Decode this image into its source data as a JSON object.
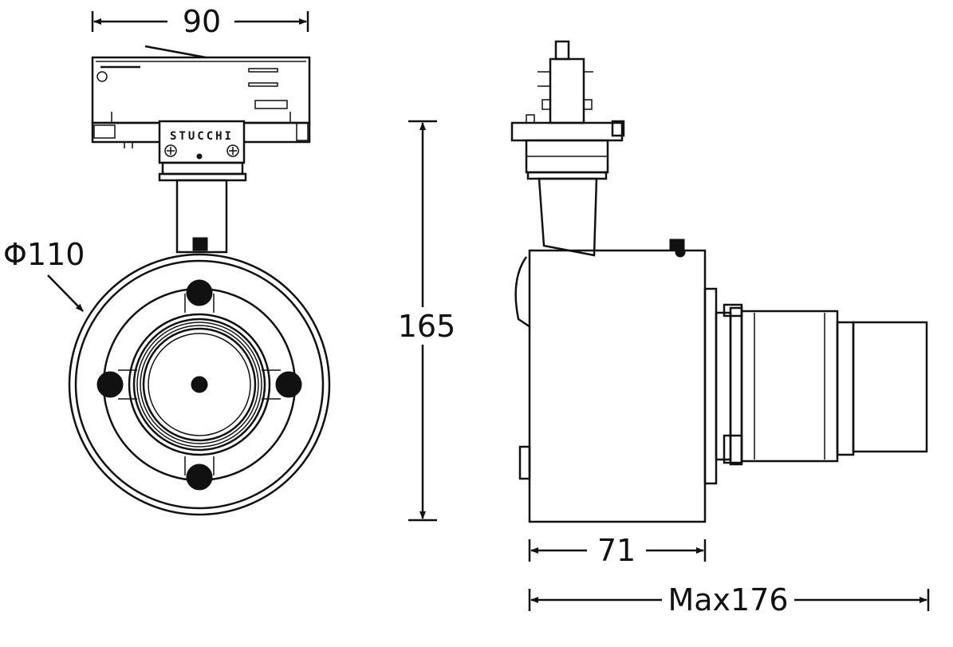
{
  "dimensions": {
    "width_top": "90",
    "diameter": "Φ110",
    "height": "165",
    "body_depth": "71",
    "max_length": "Max176"
  },
  "brand_mark": "STUCCHI"
}
